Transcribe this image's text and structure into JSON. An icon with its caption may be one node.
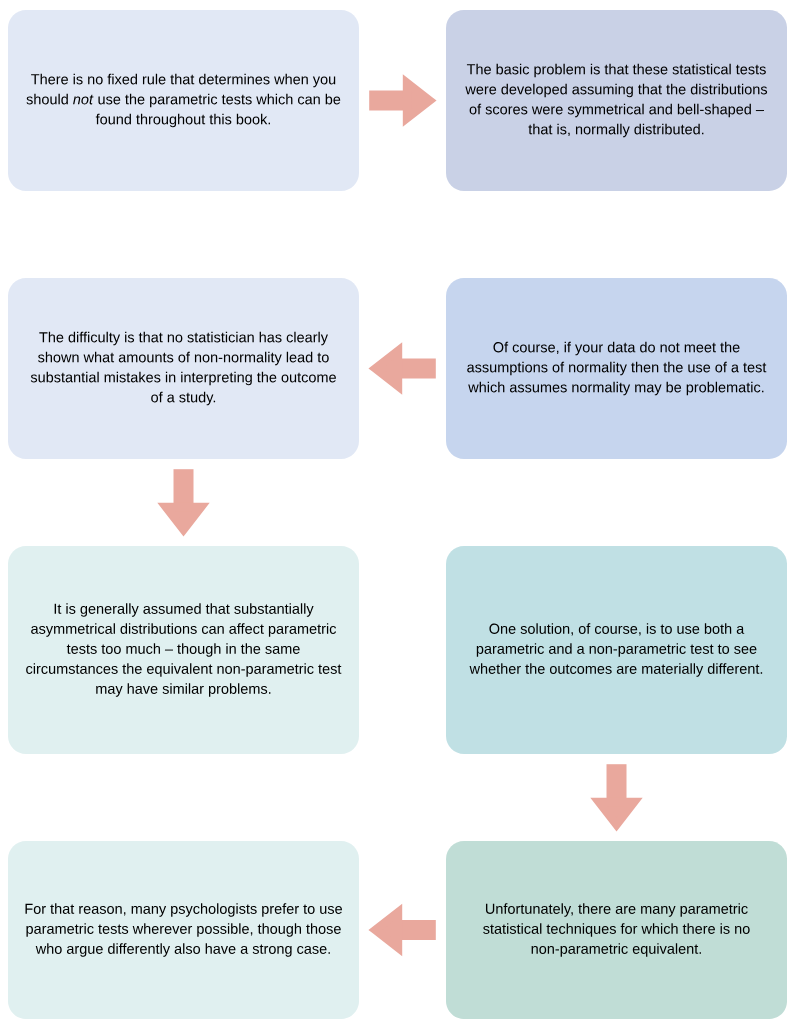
{
  "diagram": {
    "nodes": [
      {
        "text": [
          "There is no fixed rule that determines when you should *not* use the parametric tests which can be found throughout this book."
        ]
      },
      {
        "text": [
          "The basic problem is that these statistical tests were developed assuming that the distributions of scores were symmetrical and bell-shaped – that is, normally distributed."
        ]
      },
      {
        "text": [
          "The difficulty is that no statistician has clearly shown what amounts of non-normality lead to substantial mistakes in interpreting the outcome of a study."
        ]
      },
      {
        "text": [
          "Of course, if your data do not meet the assumptions of normality then the use of a test which assumes normality may be problematic."
        ]
      },
      {
        "text": [
          "It is generally assumed that substantially asymmetrical distributions can affect parametric tests too much – though in the same circumstances the equivalent non-parametric test may have similar problems."
        ]
      },
      {
        "text": [
          "One solution, of course, is to use both a parametric and a non-parametric test to see whether the outcomes are materially different."
        ]
      },
      {
        "text": [
          "For that reason, many psychologists prefer to use parametric tests wherever possible, though those who argue differently also have a strong case."
        ]
      },
      {
        "text": [
          "Unfortunately, there are many parametric statistical techniques for which there is no non-parametric equivalent."
        ]
      }
    ],
    "edges": [
      {
        "from": 0,
        "to": 1,
        "arrow": "to"
      },
      {
        "from": 3,
        "to": 2,
        "arrow": "to"
      },
      {
        "from": 2,
        "to": 4,
        "arrow": "to"
      },
      {
        "from": 5,
        "to": 7,
        "arrow": "to"
      },
      {
        "from": 7,
        "to": 6,
        "arrow": "to"
      }
    ]
  }
}
